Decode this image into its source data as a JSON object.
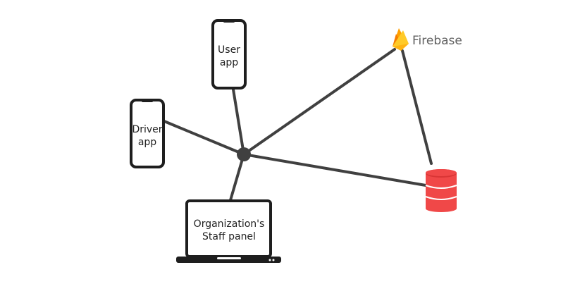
{
  "diagram": {
    "nodes": {
      "user_app": {
        "label_lines": [
          "User",
          "app"
        ]
      },
      "driver_app": {
        "label_lines": [
          "Driver",
          "app"
        ]
      },
      "staff_panel": {
        "label_lines": [
          "Organization's",
          "Staff panel"
        ]
      },
      "firebase": {
        "label": "Firebase"
      },
      "hub": {},
      "database": {}
    },
    "edges": [
      {
        "from": "hub",
        "to": "user_app"
      },
      {
        "from": "hub",
        "to": "driver_app"
      },
      {
        "from": "hub",
        "to": "staff_panel"
      },
      {
        "from": "hub",
        "to": "firebase"
      },
      {
        "from": "hub",
        "to": "database"
      },
      {
        "from": "firebase",
        "to": "database"
      }
    ],
    "colors": {
      "line": "#404040",
      "device_outline": "#1e1e1e",
      "database_red": "#f04848",
      "database_dark": "#d93535",
      "firebase_yellow": "#ffca28",
      "firebase_orange": "#ffa000",
      "firebase_amber": "#f57c00",
      "firebase_text": "#616161"
    }
  }
}
